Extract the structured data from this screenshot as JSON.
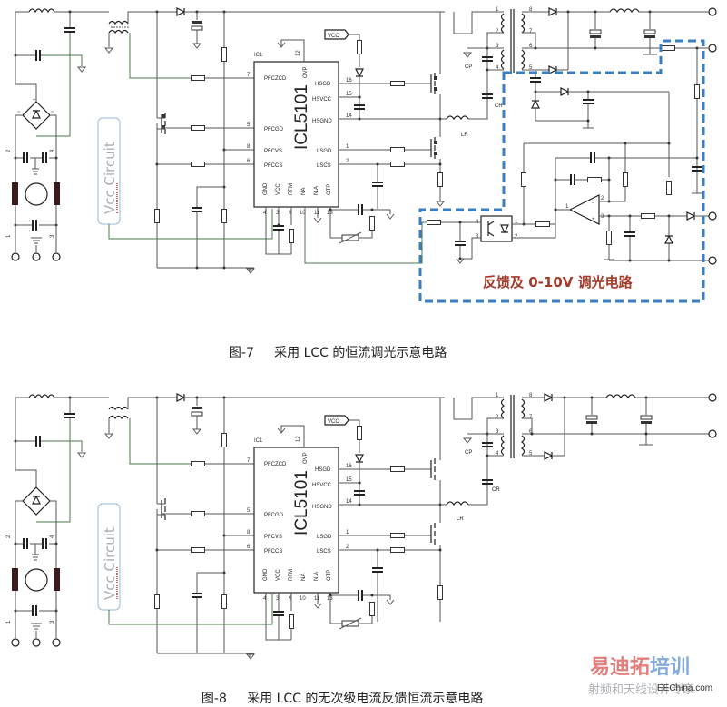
{
  "figures": [
    {
      "id": "fig7",
      "caption_number": "图-7",
      "caption_text": "采用 LCC 的恒流调光示意电路",
      "ic": {
        "ref": "IC1",
        "name": "ICL5101",
        "left_pins": [
          {
            "num": "7",
            "name": "PFCZCD"
          },
          {
            "num": "5",
            "name": "PFCGD"
          },
          {
            "num": "8",
            "name": "PFCVS"
          },
          {
            "num": "6",
            "name": "PFCCS"
          }
        ],
        "right_pins": [
          {
            "num": "16",
            "name": "HSGD"
          },
          {
            "num": "15",
            "name": "HSVCC"
          },
          {
            "num": "14",
            "name": "HSGND"
          },
          {
            "num": "1",
            "name": "LSGD"
          },
          {
            "num": "2",
            "name": "LSCS"
          }
        ],
        "top_pins": [
          {
            "num": "12",
            "name": "OVP"
          }
        ],
        "bottom_pins": [
          {
            "num": "4",
            "name": "GND"
          },
          {
            "num": "3",
            "name": "VCC"
          },
          {
            "num": "9",
            "name": "RFM"
          },
          {
            "num": "10",
            "name": "NA"
          },
          {
            "num": "11",
            "name": "N.A"
          },
          {
            "num": "13",
            "name": "OTP"
          }
        ]
      },
      "vcc_label": "VCC",
      "vcc_circuit_label": "Vcc Circuit",
      "components": {
        "cp": "CP",
        "cr": "CR",
        "lr": "LR"
      },
      "transformer_pins": [
        "1",
        "2",
        "3",
        "4",
        "5",
        "6",
        "7",
        "8"
      ],
      "optocoupler_pins": [
        "4",
        "3",
        "1",
        "2"
      ],
      "opamp_pins": [
        "1",
        "2",
        "3"
      ],
      "connector_pins": [
        "2",
        "4",
        "1",
        "3"
      ],
      "feedback_box_label": "反馈及 0-10V 调光电路",
      "feedback_box_color": "#3a7fc1"
    },
    {
      "id": "fig8",
      "caption_number": "图-8",
      "caption_text": "采用 LCC 的无次级电流反馈恒流示意电路",
      "ic": {
        "ref": "IC1",
        "name": "ICL5101",
        "left_pins": [
          {
            "num": "7",
            "name": "PFCZCD"
          },
          {
            "num": "5",
            "name": "PFCGD"
          },
          {
            "num": "8",
            "name": "PFCVS"
          },
          {
            "num": "6",
            "name": "PFCCS"
          }
        ],
        "right_pins": [
          {
            "num": "16",
            "name": "HSGD"
          },
          {
            "num": "15",
            "name": "HSVCC"
          },
          {
            "num": "14",
            "name": "HSGND"
          },
          {
            "num": "1",
            "name": "LSGD"
          },
          {
            "num": "2",
            "name": "LSCS"
          }
        ],
        "top_pins": [
          {
            "num": "12",
            "name": "OVP"
          }
        ],
        "bottom_pins": [
          {
            "num": "4",
            "name": "GND"
          },
          {
            "num": "3",
            "name": "VCC"
          },
          {
            "num": "9",
            "name": "RFM"
          },
          {
            "num": "10",
            "name": "NA"
          },
          {
            "num": "11",
            "name": "N.A"
          },
          {
            "num": "13",
            "name": "OTP"
          }
        ]
      },
      "vcc_label": "VCC",
      "vcc_circuit_label": "Vcc Circuit",
      "components": {
        "cp": "CP",
        "cr": "CR",
        "lr": "LR"
      },
      "transformer_pins": [
        "1",
        "2",
        "3",
        "4",
        "5",
        "6",
        "7",
        "8"
      ],
      "connector_pins": [
        "2",
        "4",
        "1",
        "3"
      ]
    }
  ],
  "watermark": {
    "line1_red": "易迪拓",
    "line1_blue": "培训",
    "line2": "射频和天线设计专家",
    "site": "EEChina.com",
    "red_color": "#d9534f",
    "blue_color": "#5b8fd0"
  }
}
